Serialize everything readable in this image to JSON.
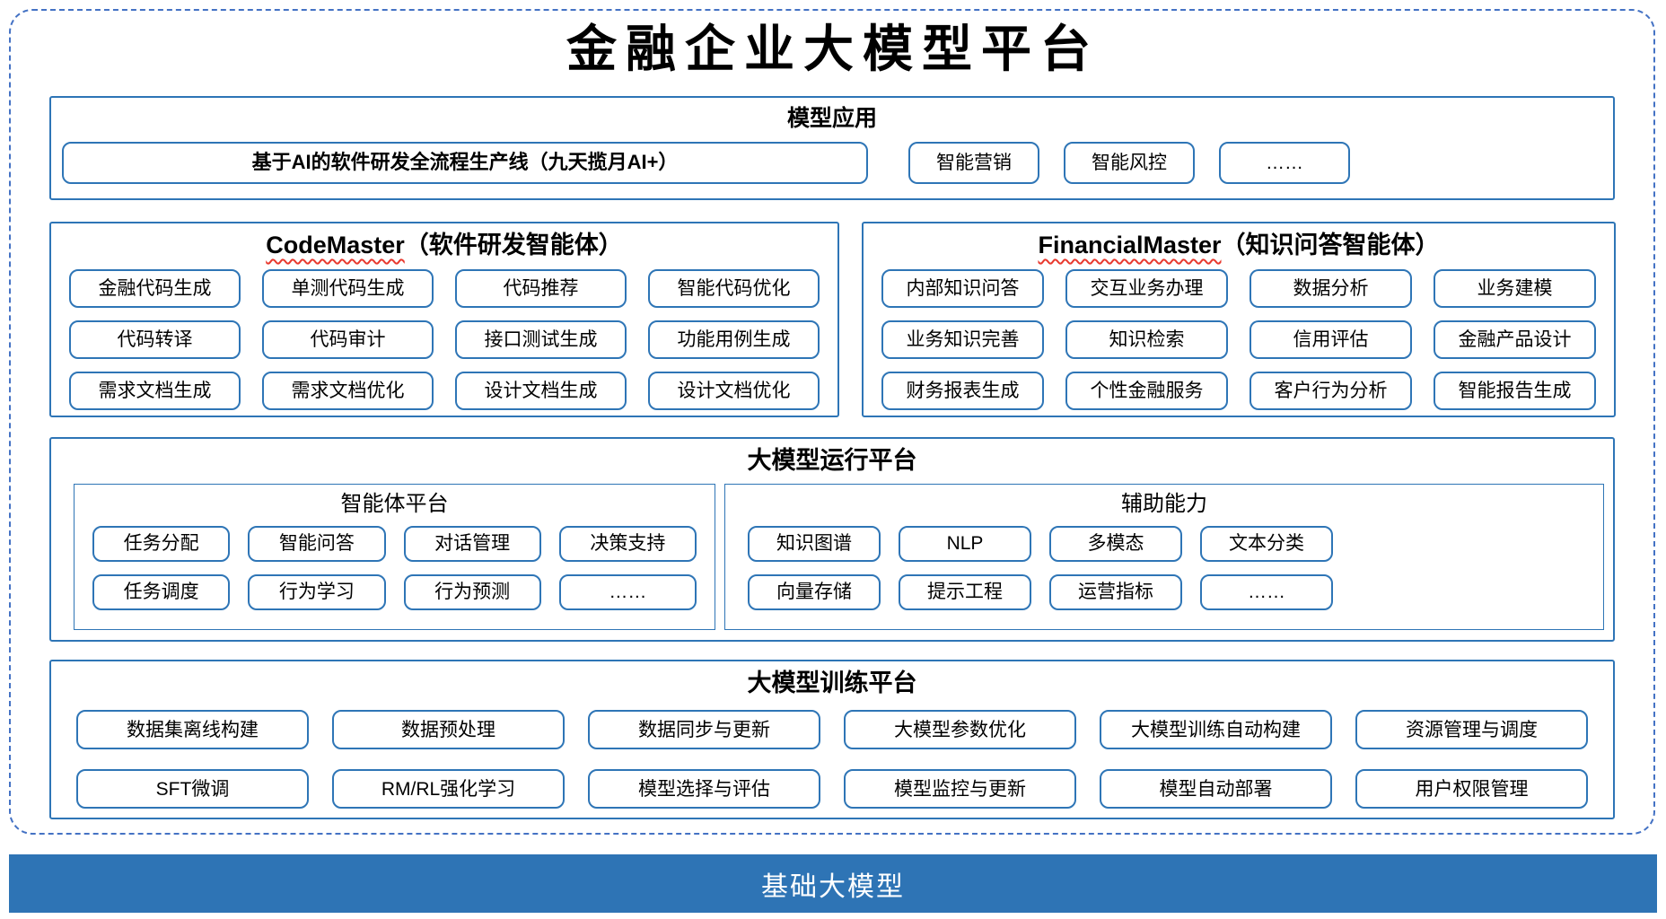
{
  "colors": {
    "line": "#2e75b6",
    "dash": "#4472c4",
    "bar-bg": "#2e74b5",
    "bar-text": "#ffffff",
    "squiggle": "#e8392e",
    "text": "#000000"
  },
  "title": "金融企业大模型平台",
  "model_app": {
    "title": "模型应用",
    "main_item": "基于AI的软件研发全流程生产线（九天揽月AI+）",
    "items": [
      "智能营销",
      "智能风控",
      "……"
    ]
  },
  "code_master": {
    "title_en": "CodeMaster",
    "title_suffix": "（软件研发智能体）",
    "items": [
      "金融代码生成",
      "单测代码生成",
      "代码推荐",
      "智能代码优化",
      "代码转译",
      "代码审计",
      "接口测试生成",
      "功能用例生成",
      "需求文档生成",
      "需求文档优化",
      "设计文档生成",
      "设计文档优化"
    ]
  },
  "financial_master": {
    "title_en": "FinancialMaster",
    "title_suffix": "（知识问答智能体）",
    "items": [
      "内部知识问答",
      "交互业务办理",
      "数据分析",
      "业务建模",
      "业务知识完善",
      "知识检索",
      "信用评估",
      "金融产品设计",
      "财务报表生成",
      "个性金融服务",
      "客户行为分析",
      "智能报告生成"
    ]
  },
  "runtime": {
    "title": "大模型运行平台",
    "agent_platform": {
      "title": "智能体平台",
      "items": [
        "任务分配",
        "智能问答",
        "对话管理",
        "决策支持",
        "任务调度",
        "行为学习",
        "行为预测",
        "……"
      ]
    },
    "aux_ability": {
      "title": "辅助能力",
      "items": [
        "知识图谱",
        "NLP",
        "多模态",
        "文本分类",
        "向量存储",
        "提示工程",
        "运营指标",
        "……"
      ]
    }
  },
  "training": {
    "title": "大模型训练平台",
    "items": [
      "数据集离线构建",
      "数据预处理",
      "数据同步与更新",
      "大模型参数优化",
      "大模型训练自动构建",
      "资源管理与调度",
      "SFT微调",
      "RM/RL强化学习",
      "模型选择与评估",
      "模型监控与更新",
      "模型自动部署",
      "用户权限管理"
    ]
  },
  "foundation": {
    "title": "基础大模型"
  }
}
